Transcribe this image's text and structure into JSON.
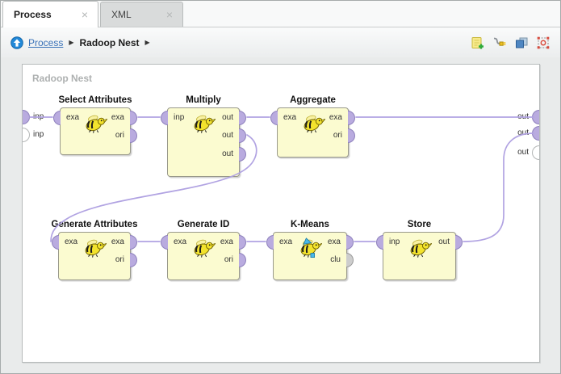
{
  "tabs": {
    "close_glyph": "×",
    "items": [
      {
        "label": "Process",
        "active": true
      },
      {
        "label": "XML",
        "active": false
      }
    ]
  },
  "breadcrumb": {
    "separator": "▶",
    "items": [
      {
        "label": "Process",
        "type": "link"
      },
      {
        "label": "Radoop Nest",
        "type": "current"
      }
    ]
  },
  "toolbar": {
    "icons": [
      "new-operator",
      "auto-wire",
      "bring-to-front",
      "auto-arrange"
    ]
  },
  "canvas": {
    "nest_label": "Radoop Nest",
    "edge_ports": {
      "left": [
        {
          "label": "inp",
          "connected": true
        },
        {
          "label": "inp",
          "connected": false
        }
      ],
      "right": [
        {
          "label": "out",
          "connected": true
        },
        {
          "label": "out",
          "connected": true
        },
        {
          "label": "out",
          "connected": false
        }
      ]
    },
    "operators": [
      {
        "title": "Select Attributes",
        "icon": "hive-bee",
        "ports_left": [
          {
            "label": "exa",
            "connected": true
          }
        ],
        "ports_right": [
          {
            "label": "exa",
            "connected": true
          },
          {
            "label": "ori",
            "connected": false
          }
        ]
      },
      {
        "title": "Multiply",
        "icon": "hive-bee",
        "ports_left": [
          {
            "label": "inp",
            "connected": true
          }
        ],
        "ports_right": [
          {
            "label": "out",
            "connected": true
          },
          {
            "label": "out",
            "connected": true
          },
          {
            "label": "out",
            "connected": false
          }
        ]
      },
      {
        "title": "Aggregate",
        "icon": "hive-bee",
        "ports_left": [
          {
            "label": "exa",
            "connected": true
          }
        ],
        "ports_right": [
          {
            "label": "exa",
            "connected": true
          },
          {
            "label": "ori",
            "connected": false
          }
        ]
      },
      {
        "title": "Generate Attributes",
        "icon": "hive-bee",
        "ports_left": [
          {
            "label": "exa",
            "connected": true
          }
        ],
        "ports_right": [
          {
            "label": "exa",
            "connected": true
          },
          {
            "label": "ori",
            "connected": false
          }
        ]
      },
      {
        "title": "Generate ID",
        "icon": "hive-bee",
        "ports_left": [
          {
            "label": "exa",
            "connected": true
          }
        ],
        "ports_right": [
          {
            "label": "exa",
            "connected": true
          },
          {
            "label": "ori",
            "connected": false
          }
        ]
      },
      {
        "title": "K-Means",
        "icon": "hive-bee-kmeans",
        "ports_left": [
          {
            "label": "exa",
            "connected": true
          }
        ],
        "ports_right": [
          {
            "label": "exa",
            "connected": true
          },
          {
            "label": "clu",
            "connected": false
          }
        ]
      },
      {
        "title": "Store",
        "icon": "hive-bee",
        "ports_left": [
          {
            "label": "inp",
            "connected": true
          }
        ],
        "ports_right": [
          {
            "label": "out",
            "connected": true
          }
        ]
      }
    ],
    "connections": [
      {
        "from": "nest-input-1",
        "to": "Select Attributes.exa"
      },
      {
        "from": "Select Attributes.exa",
        "to": "Multiply.inp"
      },
      {
        "from": "Multiply.out-1",
        "to": "Aggregate.exa"
      },
      {
        "from": "Aggregate.exa",
        "to": "nest-output-1"
      },
      {
        "from": "Multiply.out-2",
        "to": "Generate Attributes.exa"
      },
      {
        "from": "Generate Attributes.exa",
        "to": "Generate ID.exa"
      },
      {
        "from": "Generate ID.exa",
        "to": "K-Means.exa"
      },
      {
        "from": "K-Means.exa",
        "to": "Store.inp"
      },
      {
        "from": "Store.out",
        "to": "nest-output-2"
      }
    ],
    "colors": {
      "connection": "#b1a3e2",
      "port_connected": "#b9abdf",
      "port_special": "#cdcdcd",
      "operator_fill": "#fbfbd0",
      "canvas_bg": "#ffffff",
      "frame_bg": "#e9ebeb"
    }
  }
}
